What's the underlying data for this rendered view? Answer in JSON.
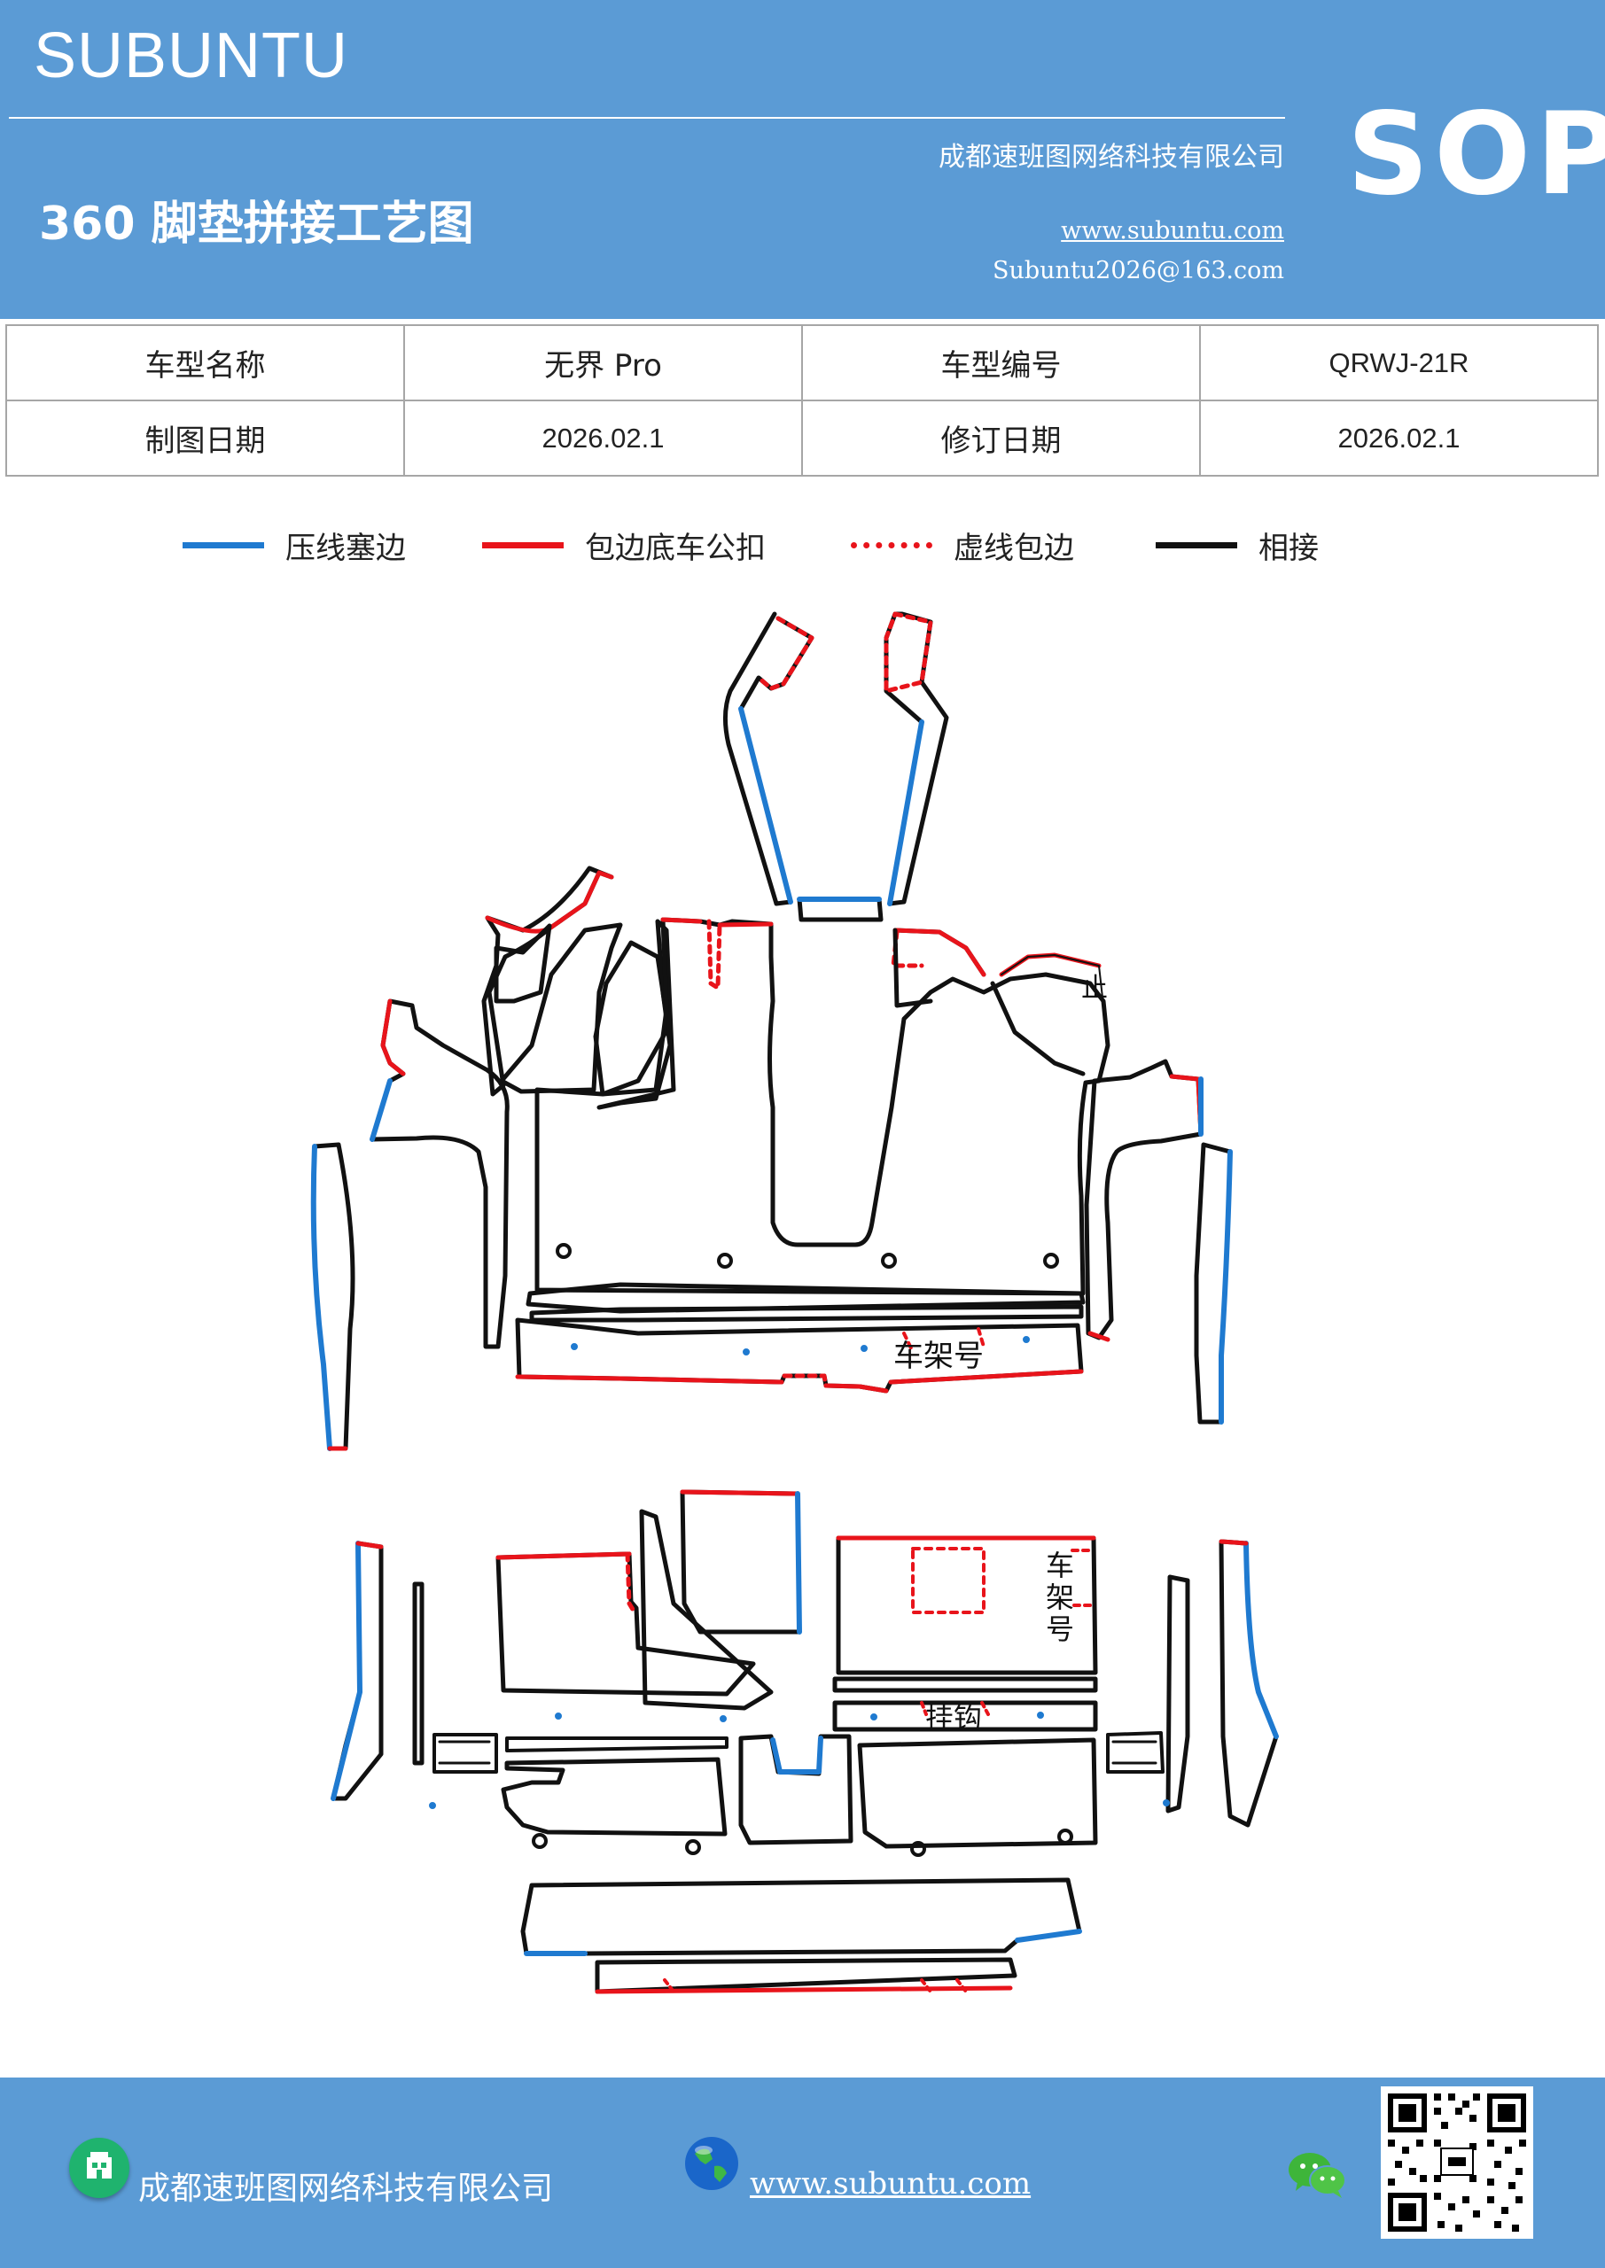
{
  "header": {
    "brand": "SUBUNTU",
    "company": "成都速班图网络科技有限公司",
    "title": "360 脚垫拼接工艺图",
    "website": "www.subuntu.com",
    "email": "Subuntu2026@163.com",
    "badge": "SOP"
  },
  "info_table": {
    "model_name_label": "车型名称",
    "model_name": "无界 Pro",
    "model_code_label": "车型编号",
    "model_code": "QRWJ-21R",
    "draw_date_label": "制图日期",
    "draw_date": "2026.02.1",
    "revise_date_label": "修订日期",
    "revise_date": "2026.02.1"
  },
  "legend": [
    {
      "label": "压线塞边",
      "color": "#1f7ad0",
      "style": "solid"
    },
    {
      "label": "包边底车公扣",
      "color": "#e8141b",
      "style": "solid"
    },
    {
      "label": "虚线包边",
      "color": "#e8141b",
      "style": "dotted"
    },
    {
      "label": "相接",
      "color": "#111111",
      "style": "solid"
    }
  ],
  "drawing": {
    "front_label_stop": "止",
    "front_label_vin": "车架号",
    "rear_label_vin_1": "车",
    "rear_label_vin_2": "架",
    "rear_label_vin_3": "号",
    "rear_label_hook": "挂钩"
  },
  "footer": {
    "company": "成都速班图网络科技有限公司",
    "website": "www.subuntu.com"
  },
  "colors": {
    "header_bg": "#5b9bd5",
    "blue_edge": "#1f7ad0",
    "red_edge": "#e8141b",
    "outline": "#111111"
  }
}
